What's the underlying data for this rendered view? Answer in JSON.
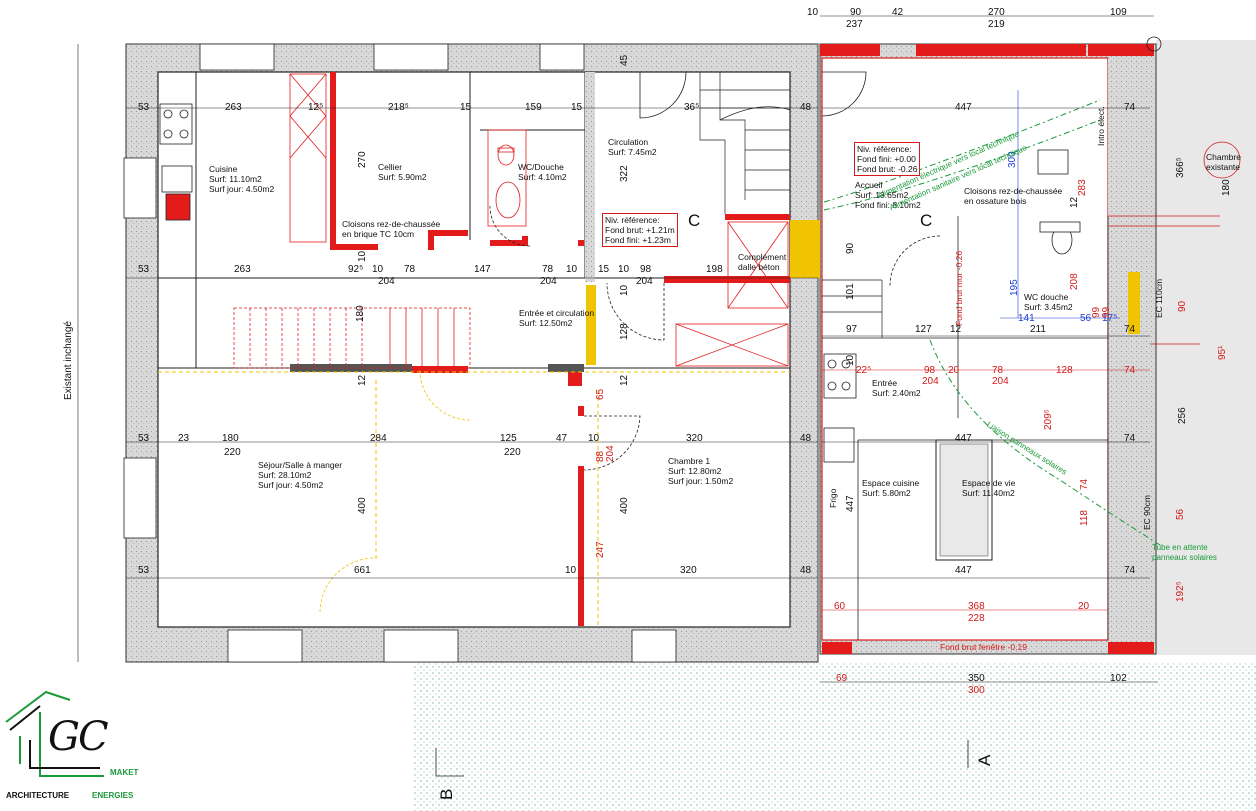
{
  "top_dims": {
    "d10": "10",
    "d90": "90",
    "d237": "237",
    "d42": "42",
    "d270": "270",
    "d219": "219",
    "d109": "109"
  },
  "left_label": "Existant inchangé",
  "rooms": {
    "cuisine": {
      "name": "Cuisine",
      "surf": "Surf: 11.10m2",
      "jour": "Surf jour: 4.50m2"
    },
    "cellier": {
      "name": "Cellier",
      "surf": "Surf: 5.90m2"
    },
    "wc_douche": {
      "name": "WC/Douche",
      "surf": "Surf: 4.10m2"
    },
    "circulation": {
      "name": "Circulation",
      "surf": "Surf: 7.45m2"
    },
    "entree_circ": {
      "name": "Entrée et circulation",
      "surf": "Surf: 12.50m2"
    },
    "sejour": {
      "name": "Séjour/Salle à manger",
      "surf": "Surf: 28.10m2",
      "jour": "Surf jour: 4.50m2"
    },
    "chambre1": {
      "name": "Chambre 1",
      "surf": "Surf: 12.80m2",
      "jour": "Surf jour: 1.50m2"
    },
    "accueil": {
      "name": "Accueil",
      "surf": "Surf: 13.65m2",
      "fini": "Fond fini: 8.10m2"
    },
    "wc_douche2": {
      "name": "WC douche",
      "surf": "Surf: 3.45m2"
    },
    "entree": {
      "name": "Entrée",
      "surf": "Surf: 2.40m2"
    },
    "espace_cuisine": {
      "name": "Espace cuisine",
      "surf": "Surf: 5.80m2"
    },
    "espace_vie": {
      "name": "Espace de vie",
      "surf": "Surf: 11.40m2"
    },
    "chambre_existante": "Chambre existante"
  },
  "notes": {
    "cloisons_brique_1": "Cloisons rez-de-chaussée",
    "cloisons_brique_2": "en brique TC 10cm",
    "cloisons_bois_1": "Cloisons rez-de-chaussée",
    "cloisons_bois_2": "en ossature bois",
    "niv_ref_1_title": "Niv. référence:",
    "niv_ref_1_brut": "Fond brut: +1.21m",
    "niv_ref_1_fini": "Fond fini: +1.23m",
    "niv_ref_2_title": "Niv. référence:",
    "niv_ref_2_fini": "Fond fini: +0.00",
    "niv_ref_2_brut": "Fond brut: -0.26",
    "complement_1": "Complément",
    "complement_2": "dalle béton",
    "fond_brut_fenetre": "Fond brut fenêtre -0.19",
    "fond_brut_mur": "Fond brut mur -0.26",
    "intro_elect": "Intro élect.",
    "frigo": "Frigo",
    "alim_1": "Alimentation électrique vers local technique",
    "alim_2": "Alimentation sanitaire vers local technique",
    "panneaux": "Liaison panneaux solaires",
    "tube_1": "Tube en attente",
    "tube_2": "panneaux solaires",
    "ec_90": "EC 90cm",
    "ec_110": "EC 110cm",
    "c_left": "C",
    "c_right": "C",
    "section_a": "A",
    "section_b": "B"
  },
  "dims_left": {
    "r1": [
      "53",
      "263",
      "12⁵",
      "218⁵",
      "15",
      "159",
      "15",
      "36⁵",
      "48"
    ],
    "r2": [
      "53",
      "263",
      "92⁵",
      "10",
      "78",
      "147",
      "78",
      "10",
      "15",
      "10",
      "98",
      "198"
    ],
    "r2b": [
      "204",
      "204",
      "204"
    ],
    "r3": [
      "53",
      "23",
      "180",
      "284",
      "125",
      "47",
      "10",
      "320",
      "48"
    ],
    "r3b": [
      "220",
      "220"
    ],
    "r4": [
      "53",
      "661",
      "10",
      "320",
      "48"
    ],
    "v": [
      "270",
      "322",
      "45",
      "180",
      "12",
      "128",
      "65",
      "88",
      "204",
      "247",
      "400",
      "400",
      "12",
      "10",
      "10"
    ]
  },
  "dims_right": {
    "r1": [
      "447",
      "74"
    ],
    "r2": [
      "97",
      "127",
      "12",
      "211",
      "17⁵",
      "74"
    ],
    "r3": [
      "22⁵",
      "98",
      "20",
      "78",
      "128",
      "74"
    ],
    "r3b": [
      "204",
      "204"
    ],
    "r4": [
      "447",
      "74"
    ],
    "r5": [
      "447",
      "74"
    ],
    "r6": [
      "60",
      "368",
      "20"
    ],
    "r6b": [
      "228"
    ],
    "bottom": [
      "69",
      "350",
      "102"
    ],
    "bottom_b": [
      "300"
    ],
    "v": [
      "283",
      "208",
      "99",
      "99",
      "195",
      "300",
      "209⁵",
      "118",
      "74",
      "447",
      "90",
      "101",
      "10",
      "256",
      "95¹",
      "366⁵",
      "192⁵",
      "56",
      "90",
      "180",
      "141",
      "56",
      "12"
    ]
  },
  "logo": {
    "gc": "GC",
    "maket": "MAKET",
    "arch": "ARCHITECTURE",
    "energies": "ENERGIES"
  }
}
